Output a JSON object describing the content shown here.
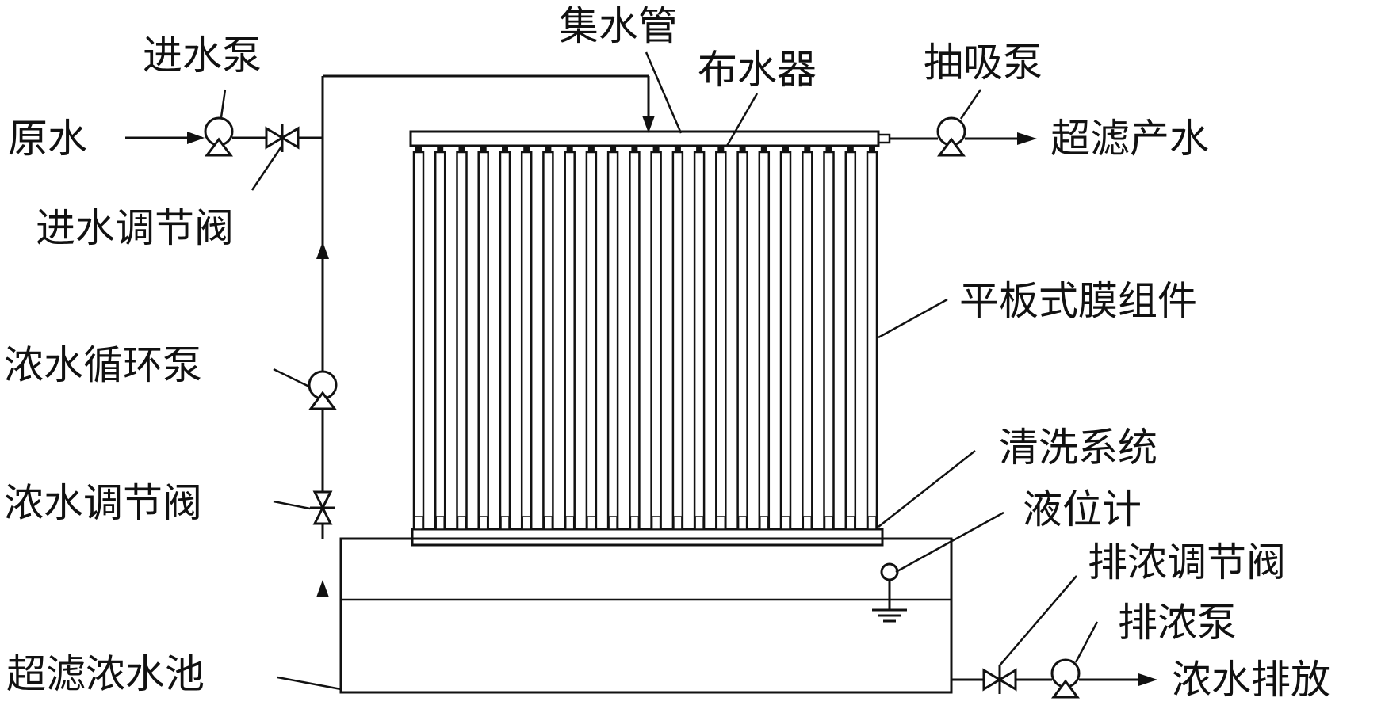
{
  "labels": {
    "raw_water": "原水",
    "inlet_pump": "进水泵",
    "inlet_valve": "进水调节阀",
    "collector_pipe": "集水管",
    "distributor": "布水器",
    "suction_pump": "抽吸泵",
    "uf_product": "超滤产水",
    "membrane_module": "平板式膜组件",
    "concentrate_recirc_pump": "浓水循环泵",
    "concentrate_valve": "浓水调节阀",
    "cleaning_system": "清洗系统",
    "level_meter": "液位计",
    "discharge_valve": "排浓调节阀",
    "discharge_pump": "排浓泵",
    "uf_concentrate_tank": "超滤浓水池",
    "concentrate_discharge": "浓水排放"
  },
  "membrane": {
    "plate_count": 22
  },
  "colors": {
    "line": "#111111",
    "background": "#ffffff"
  }
}
